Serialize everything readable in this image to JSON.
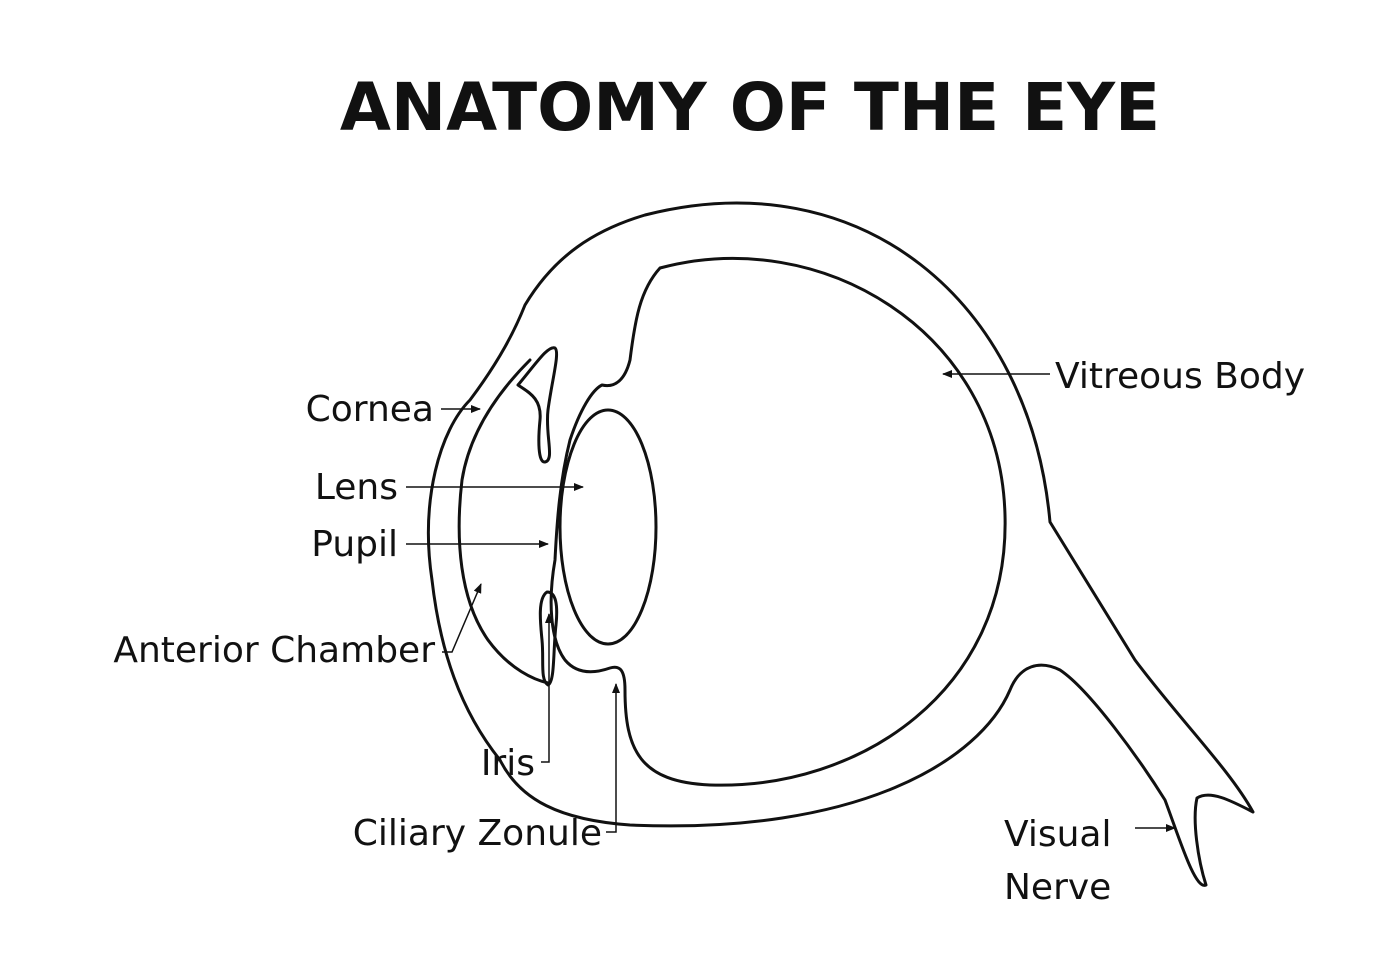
{
  "title": "ANATOMY OF THE EYE",
  "labels": {
    "cornea": "Cornea",
    "lens": "Lens",
    "pupil": "Pupil",
    "anterior_chamber": "Anterior Chamber",
    "iris": "Iris",
    "ciliary_zonule": "Ciliary Zonule",
    "vitreous_body": "Vitreous Body",
    "visual_nerve_line1": "Visual",
    "visual_nerve_line2": "Nerve"
  },
  "colors": {
    "line": "#111111",
    "background": "#ffffff"
  }
}
